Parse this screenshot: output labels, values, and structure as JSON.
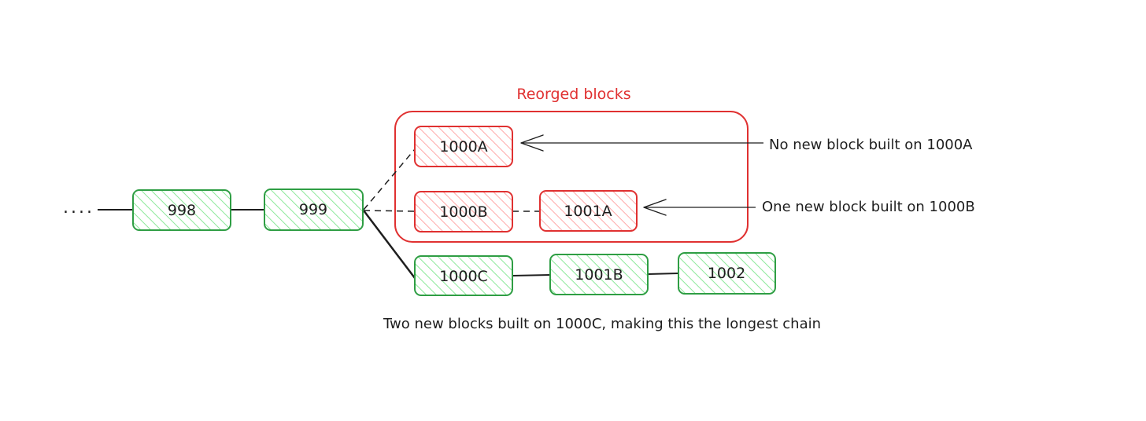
{
  "title": "Reorged blocks",
  "colors": {
    "canonical_stroke": "#2f9e44",
    "canonical_fill": "#b2f2bb",
    "reorged_stroke": "#e03131",
    "reorged_fill": "#ffc9c9",
    "ink": "#1e1e1e"
  },
  "chain": {
    "ellipsis": "....",
    "blocks": {
      "b998": "998",
      "b999": "999",
      "b1000a": "1000A",
      "b1000b": "1000B",
      "b1001a": "1001A",
      "b1000c": "1000C",
      "b1001b": "1001B",
      "b1002": "1002"
    }
  },
  "notes": {
    "n1000a": "No new block built on 1000A",
    "n1000b": "One new block built on 1000B",
    "n1000c": "Two new blocks built on 1000C, making this the longest chain"
  }
}
